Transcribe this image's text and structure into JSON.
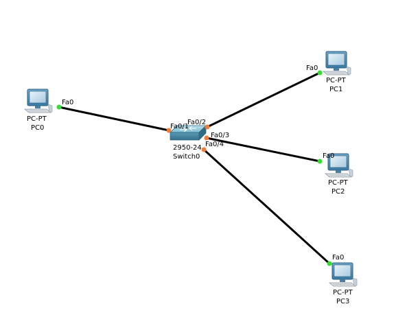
{
  "devices": {
    "pc0": {
      "model": "PC-PT",
      "name": "PC0"
    },
    "pc1": {
      "model": "PC-PT",
      "name": "PC1"
    },
    "pc2": {
      "model": "PC-PT",
      "name": "PC2"
    },
    "pc3": {
      "model": "PC-PT",
      "name": "PC3"
    },
    "switch0": {
      "model": "2950-24",
      "name": "Switch0"
    }
  },
  "links": [
    {
      "from": "pc0",
      "from_port": "Fa0",
      "to": "switch0",
      "to_port": "Fa0/1"
    },
    {
      "from": "pc1",
      "from_port": "Fa0",
      "to": "switch0",
      "to_port": "Fa0/2"
    },
    {
      "from": "pc2",
      "from_port": "Fa0",
      "to": "switch0",
      "to_port": "Fa0/3"
    },
    {
      "from": "pc3",
      "from_port": "Fa0",
      "to": "switch0",
      "to_port": "Fa0/4"
    }
  ],
  "colors": {
    "link": "#000000",
    "port_up": "#33dd33",
    "port_switch": "#f07c3a",
    "pc_monitor": "#4f8fb8",
    "switch_body": "#4d8ba6"
  }
}
